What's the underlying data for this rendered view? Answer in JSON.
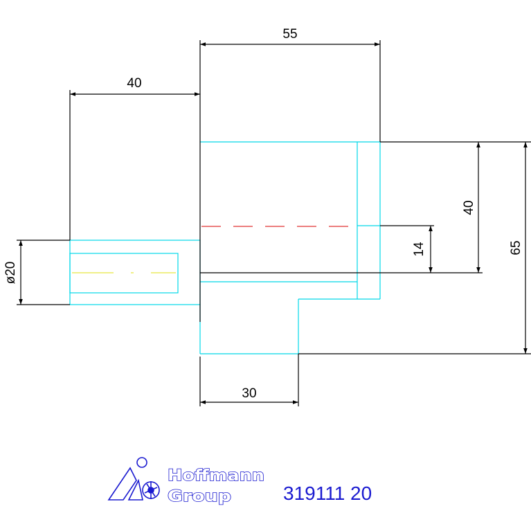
{
  "dimensions": {
    "top_width": "55",
    "left_length": "40",
    "shaft_diameter": "ø20",
    "bottom_width": "30",
    "right_inner_height": "14",
    "right_mid_height": "40",
    "right_total_height": "65"
  },
  "logo": {
    "line1": "Hoffmann",
    "line2": "Group"
  },
  "part_number": "319111 20",
  "colors": {
    "outline": "#000000",
    "hidden": "#00d8e8",
    "center_red": "#e03030",
    "center_yellow": "#e8e840",
    "brand_blue": "#1a1ad0"
  }
}
